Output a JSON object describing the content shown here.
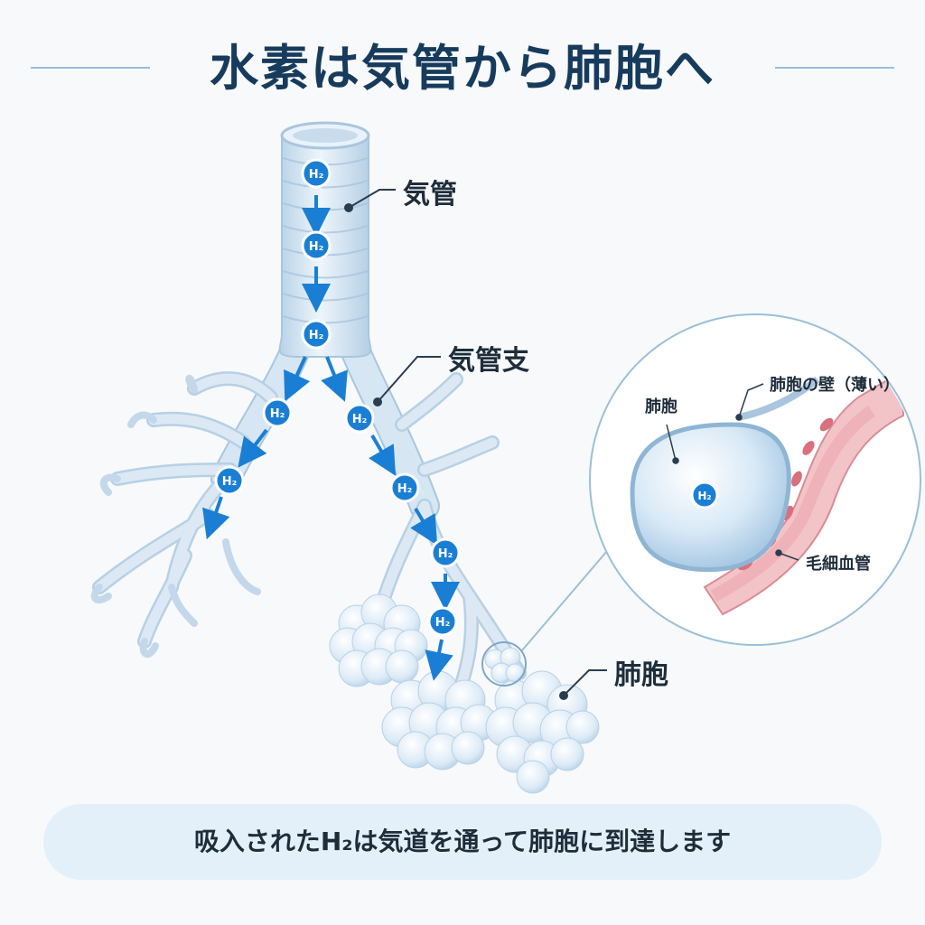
{
  "title": "水素は気管から肺胞へ",
  "labels": {
    "trachea": "気管",
    "bronchi": "気管支",
    "alveoli": "肺胞",
    "inset_alveolus": "肺胞",
    "inset_wall": "肺胞の壁（薄い）",
    "inset_capillary": "毛細血管"
  },
  "molecule_label": "H₂",
  "caption": "吸入されたH₂は気道を通って肺胞に到達します",
  "colors": {
    "title": "#173b5c",
    "airway": "#d6e6f3",
    "airway_stroke": "#a9c6de",
    "molecule": "#1a7fd4",
    "arrow": "#1a7fd4",
    "capillary": "#e9a0a8",
    "caption_bg": "#e4f0f9"
  }
}
